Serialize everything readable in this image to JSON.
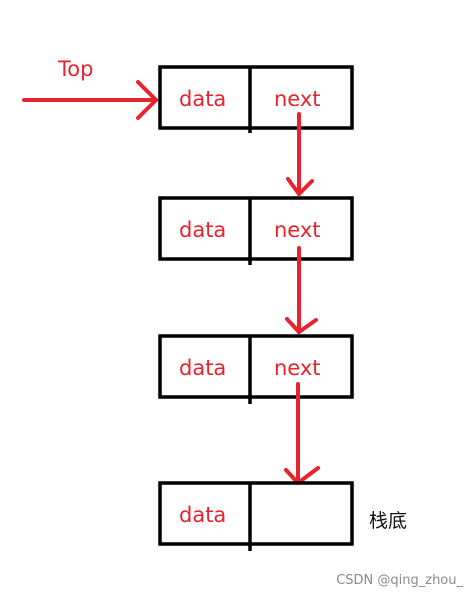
{
  "top_label": "Top",
  "nodes": [
    {
      "data_label": "data",
      "next_label": "next"
    },
    {
      "data_label": "data",
      "next_label": "next"
    },
    {
      "data_label": "data",
      "next_label": "next"
    },
    {
      "data_label": "data",
      "next_label": ""
    }
  ],
  "bottom_label": "栈底",
  "watermark": "CSDN @qing_zhou_",
  "colors": {
    "arrow": "#e8232e",
    "text": "#e8232e",
    "box": "#000000"
  }
}
